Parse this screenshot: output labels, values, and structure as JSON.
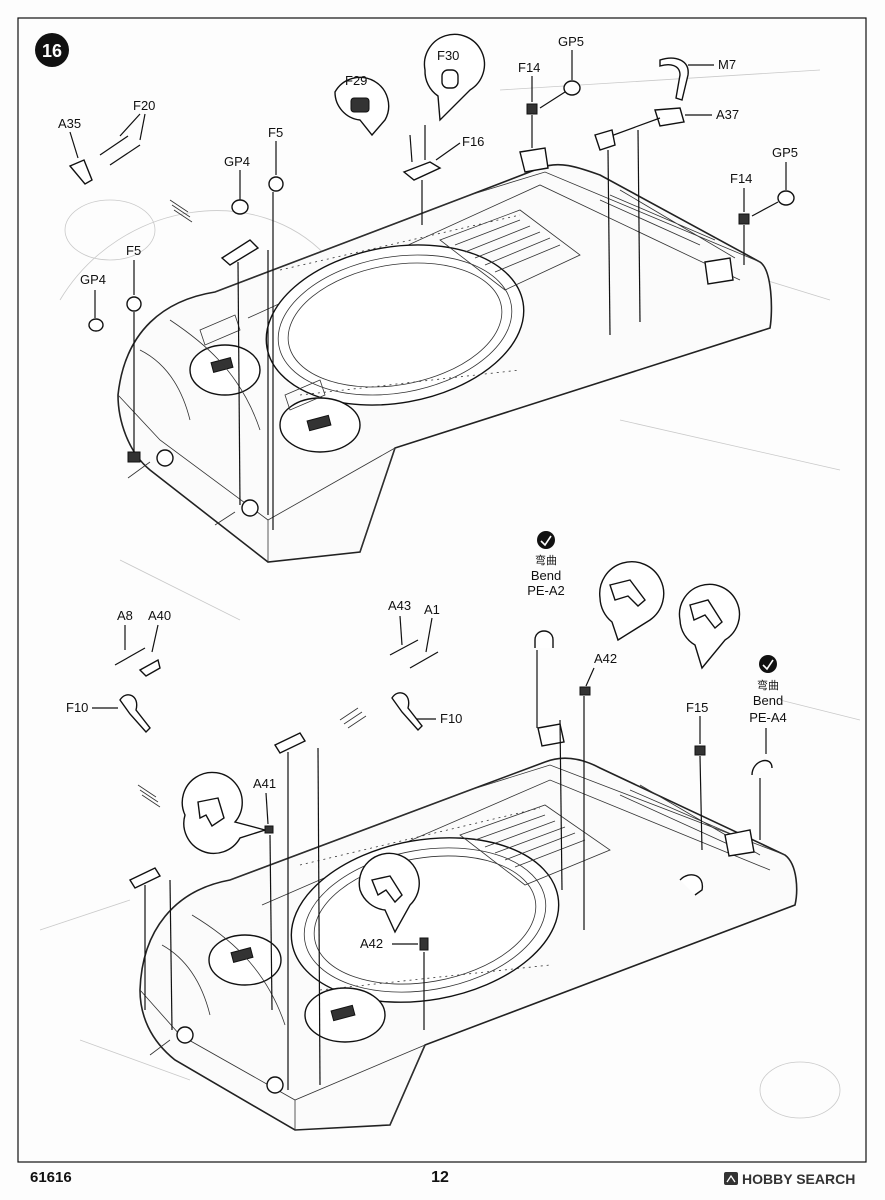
{
  "step": {
    "number": "16"
  },
  "footer": {
    "code": "61616",
    "page": "12",
    "watermark": "HOBBY SEARCH"
  },
  "top_labels": {
    "a35": "A35",
    "f20": "F20",
    "f5a": "F5",
    "gp4a": "GP4",
    "f5b": "F5",
    "gp4b": "GP4",
    "f29": "F29",
    "f30": "F30",
    "f16": "F16",
    "f14a": "F14",
    "gp5a": "GP5",
    "m7": "M7",
    "a37": "A37",
    "gp5b": "GP5",
    "f14b": "F14"
  },
  "bottom_labels": {
    "bend_cn_1": "弯曲",
    "bend_en_1": "Bend",
    "pe_a2": "PE-A2",
    "a8": "A8",
    "a40": "A40",
    "f10a": "F10",
    "a43": "A43",
    "a1": "A1",
    "f10b": "F10",
    "a42a": "A42",
    "f15": "F15",
    "bend_cn_2": "弯曲",
    "bend_en_2": "Bend",
    "pe_a4": "PE-A4",
    "a41": "A41",
    "a42b": "A42"
  }
}
